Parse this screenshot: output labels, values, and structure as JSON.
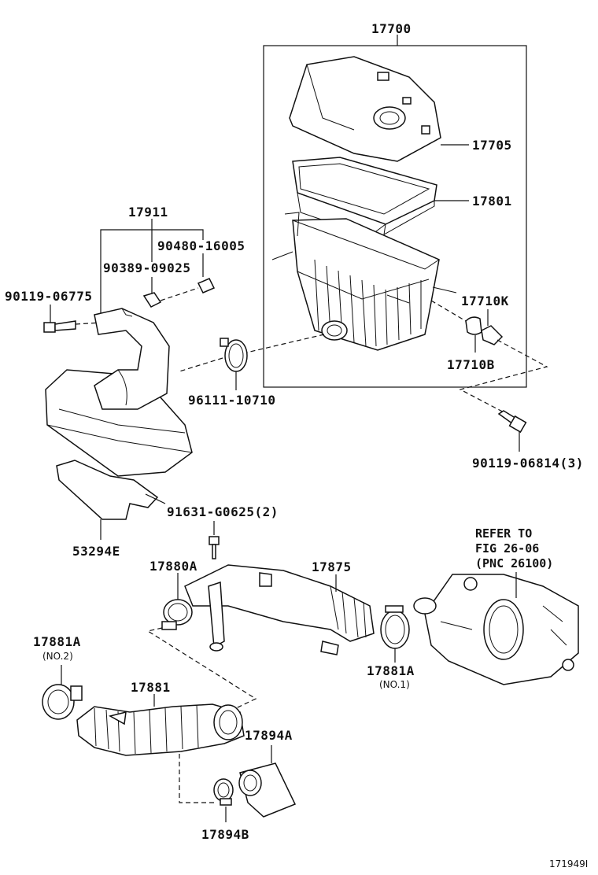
{
  "labels": {
    "p17700": "17700",
    "p17705": "17705",
    "p17801": "17801",
    "p17911": "17911",
    "p90480": "90480-16005",
    "p90389": "90389-09025",
    "p90119a": "90119-06775",
    "p17710k": "17710K",
    "p17710b": "17710B",
    "p96111": "96111-10710",
    "p90119b": "90119-06814(3)",
    "p91631": "91631-G0625(2)",
    "p53294e": "53294E",
    "p17880a": "17880A",
    "p17875": "17875",
    "p17881a_top": "17881A",
    "p17881a_top_note": "(NO.2)",
    "p17881a_mid": "17881A",
    "p17881a_mid_note": "(NO.1)",
    "p17881": "17881",
    "p17894a": "17894A",
    "p17894b": "17894B"
  },
  "reference": {
    "line1": "REFER TO",
    "line2": "FIG 26-06",
    "line3": "(PNC 26100)"
  },
  "figure_id": "171949I"
}
